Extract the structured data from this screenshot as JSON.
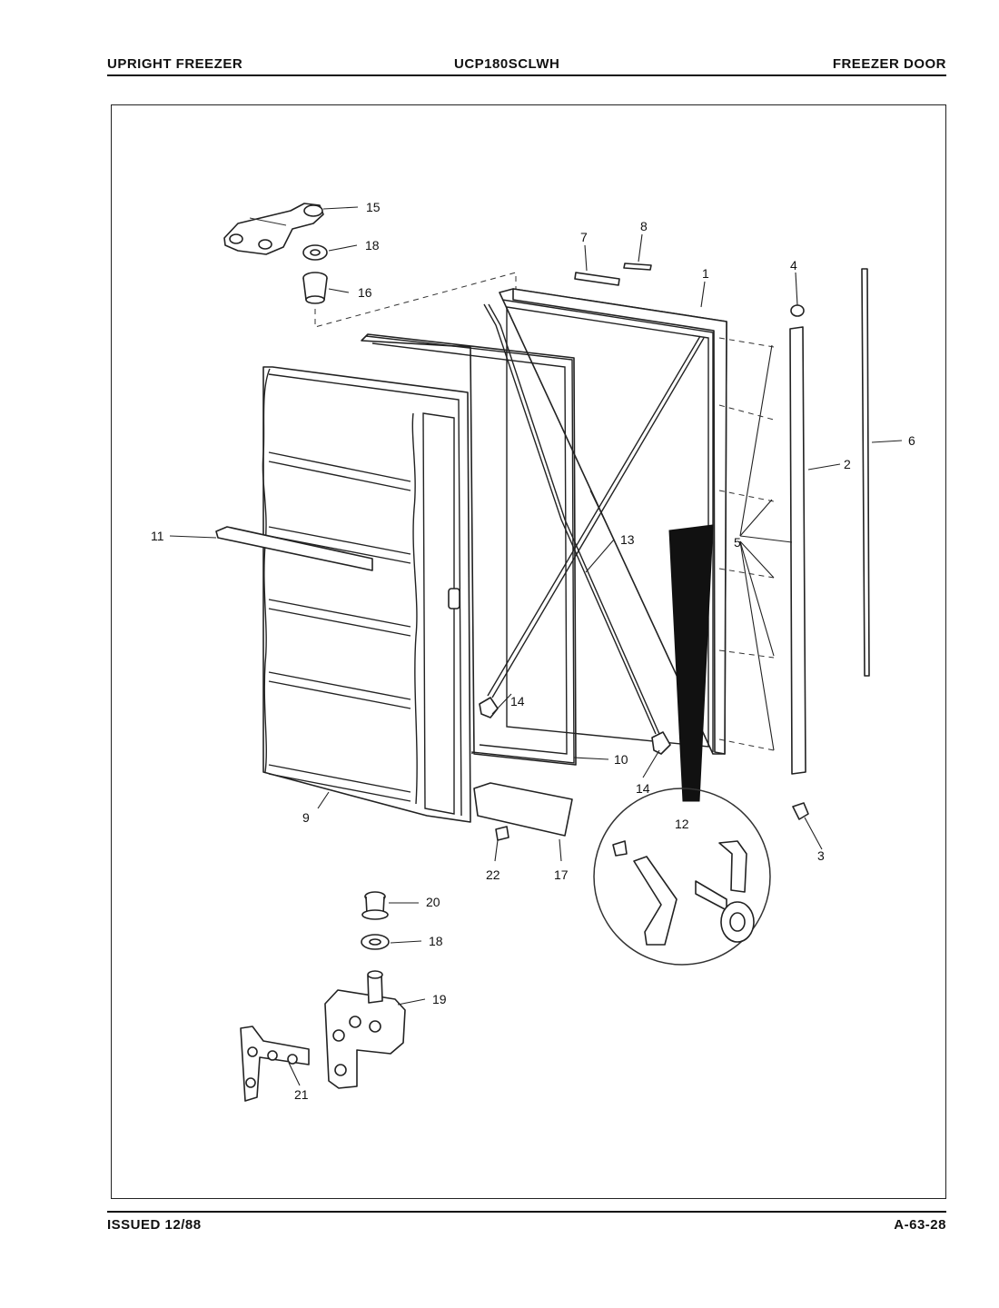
{
  "header": {
    "left": "UPRIGHT FREEZER",
    "center": "UCP180SCLWH",
    "right": "FREEZER DOOR"
  },
  "footer": {
    "left": "ISSUED 12/88",
    "right": "A-63-28"
  },
  "callouts": {
    "c1": "1",
    "c2": "2",
    "c3": "3",
    "c4": "4",
    "c5": "5",
    "c6": "6",
    "c7": "7",
    "c8": "8",
    "c9": "9",
    "c10": "10",
    "c11": "11",
    "c12": "12",
    "c13": "13",
    "c14a": "14",
    "c14b": "14",
    "c15": "15",
    "c16": "16",
    "c17": "17",
    "c18a": "18",
    "c18b": "18",
    "c19": "19",
    "c20": "20",
    "c21": "21",
    "c22": "22"
  }
}
